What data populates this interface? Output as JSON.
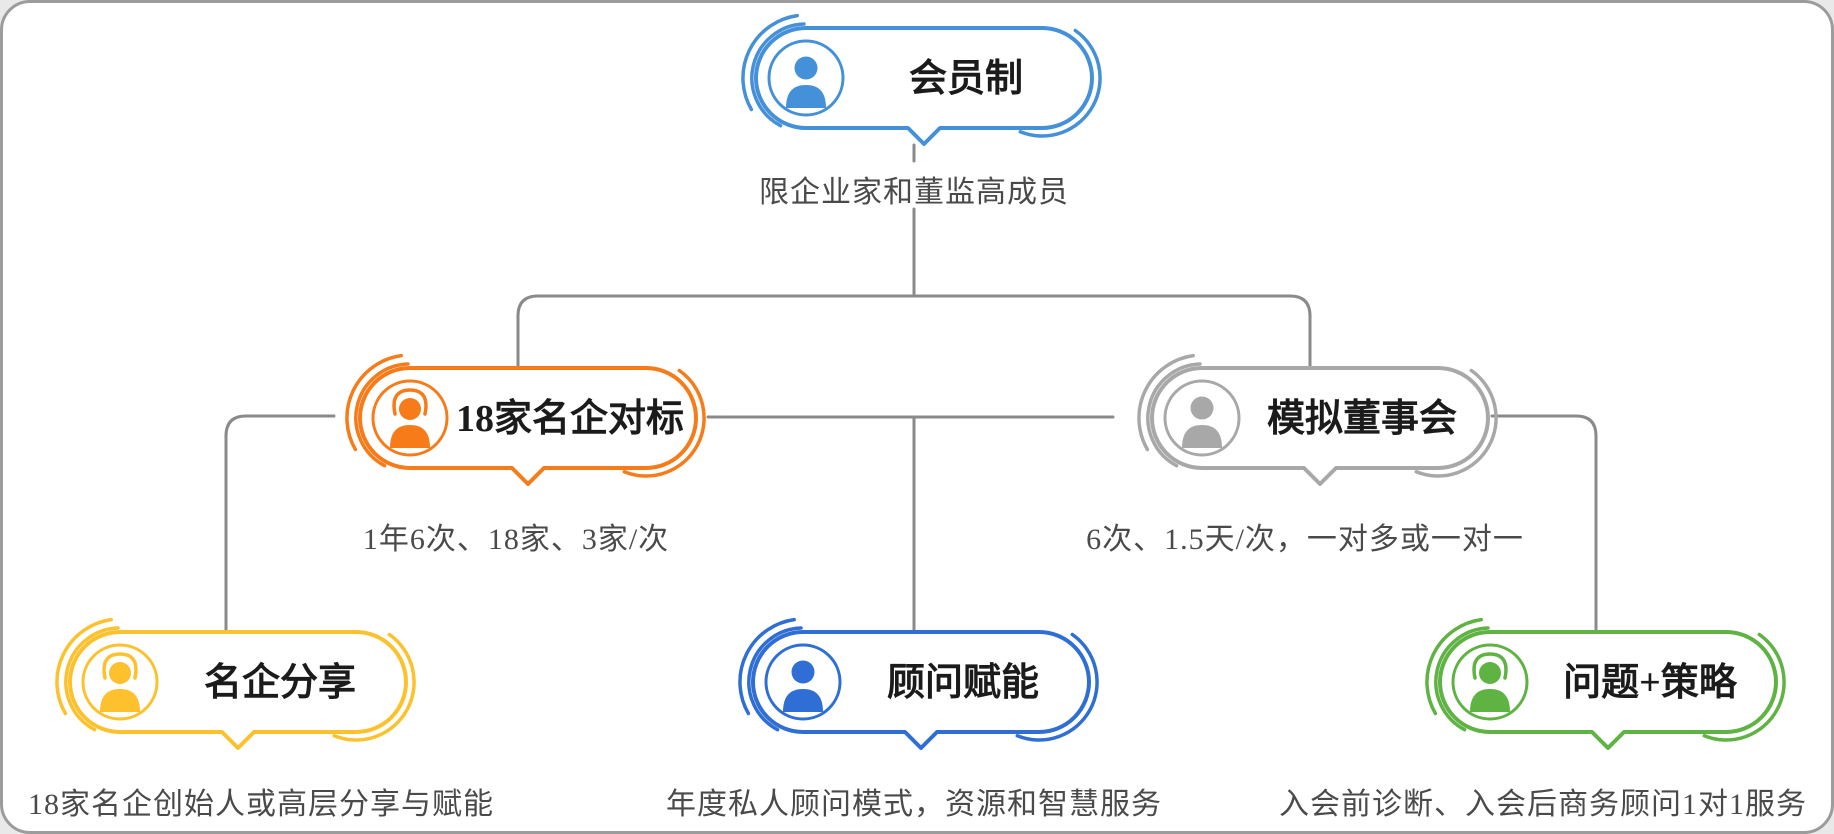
{
  "canvas": {
    "background": "#ffffff",
    "frame_color": "#9c9c9c",
    "connector_color": "#8a8a8a",
    "title_color": "#1b1b1b",
    "caption_color": "#4a4a4a"
  },
  "root": {
    "label": "会员制",
    "caption": "限企业家和董监高成员",
    "color": "#4491d9",
    "icon": "businessman-icon"
  },
  "nodes": [
    {
      "label": "18家名企对标",
      "caption": "1年6次、18家、3家/次",
      "color": "#f77b19",
      "icon": "businesswoman-icon"
    },
    {
      "label": "模拟董事会",
      "caption": "6次、1.5天/次，一对多或一对一",
      "color": "#a8a8a8",
      "icon": "businessman-icon"
    },
    {
      "label": "名企分享",
      "caption": "18家名企创始人或高层分享与赋能",
      "color": "#fcc12d",
      "icon": "businesswoman-icon"
    },
    {
      "label": "顾问赋能",
      "caption": "年度私人顾问模式，资源和智慧服务",
      "color": "#2f6ed5",
      "icon": "businessman-icon"
    },
    {
      "label": "问题+策略",
      "caption": "入会前诊断、入会后商务顾问1对1服务",
      "color": "#5eb342",
      "icon": "businesswoman-icon"
    }
  ]
}
